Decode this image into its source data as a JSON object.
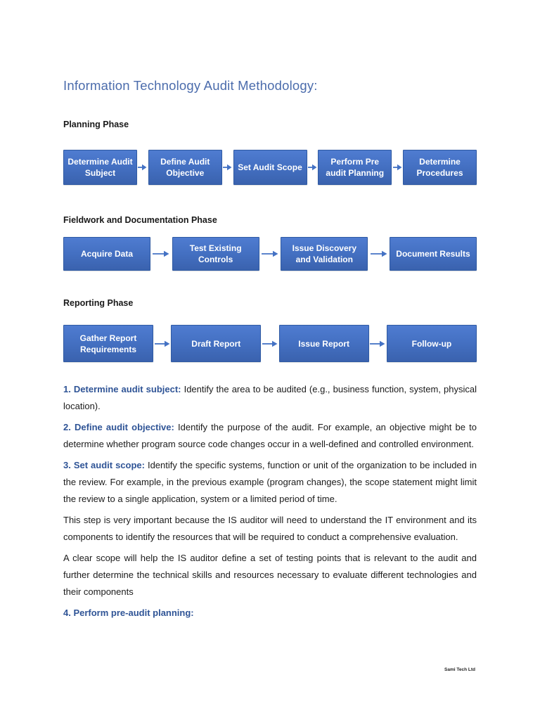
{
  "title": "Information Technology Audit Methodology:",
  "phases": [
    {
      "heading": "Planning Phase",
      "steps": [
        "Determine Audit Subject",
        "Define Audit Objective",
        "Set Audit Scope",
        "Perform Pre audit Planning",
        "Determine Procedures"
      ]
    },
    {
      "heading": "Fieldwork and Documentation Phase",
      "steps": [
        "Acquire Data",
        "Test Existing Controls",
        "Issue Discovery and Validation",
        "Document Results"
      ]
    },
    {
      "heading": "Reporting Phase",
      "steps": [
        "Gather Report Requirements",
        "Draft Report",
        "Issue Report",
        "Follow-up"
      ]
    }
  ],
  "paragraphs": [
    {
      "lead": "1. Determine audit subject:",
      "body": " Identify the area to be audited (e.g., business function, system, physical location)."
    },
    {
      "lead": "2. Define audit objective:",
      "body": " Identify the purpose of the audit. For example, an objective might be to determine whether program source code changes occur in a well-defined and controlled environment."
    },
    {
      "lead": "3. Set audit scope:",
      "body": " Identify the specific systems, function or unit of the organization to be included in the review. For example, in the previous example (program changes), the scope statement might limit the review to a single application, system or a limited period of time."
    },
    {
      "lead": "",
      "body": "This step is very important because the IS auditor will need to understand the IT environment and its components to identify the resources that will be required to conduct a comprehensive evaluation."
    },
    {
      "lead": "",
      "body": "A clear scope will help the IS auditor define a set of testing points that is relevant to the audit and further determine the technical skills and resources necessary to evaluate different technologies and their components"
    },
    {
      "lead": "4. Perform pre-audit planning:",
      "body": ""
    }
  ],
  "footer": "Sami Tech Ltd",
  "colors": {
    "accent": "#4472C4",
    "box-top": "#4f7cd1",
    "box-mid": "#4470c2",
    "box-bottom": "#3a62ae",
    "box-border": "#2f5aa3",
    "title-color": "#4b6cac",
    "lead-color": "#2F5496"
  }
}
